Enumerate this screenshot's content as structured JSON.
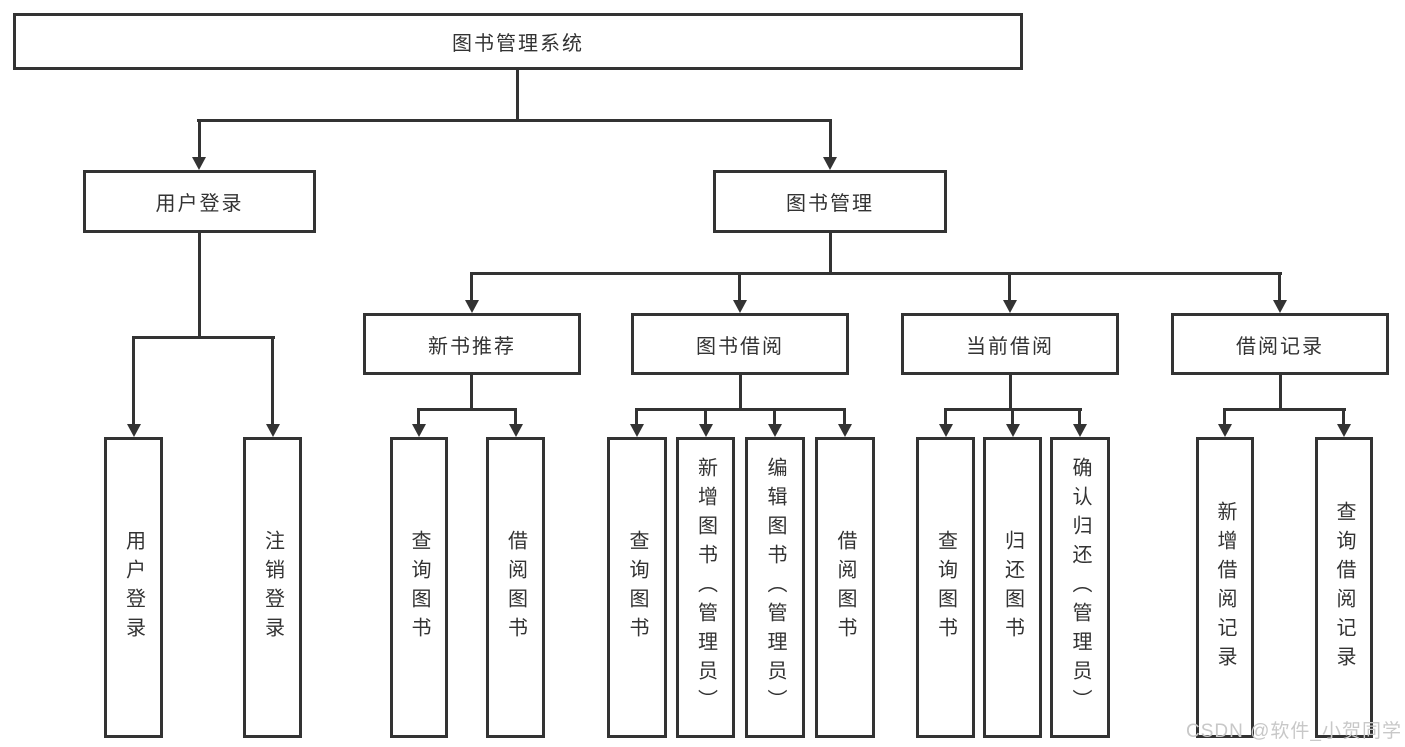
{
  "diagram_type": "hierarchy-tree",
  "watermark": "CSDN @软件_小贺同学",
  "colors": {
    "line": "#333333",
    "box_border": "#333333",
    "text": "#333333",
    "background": "#ffffff",
    "watermark": "#c8c8c8"
  },
  "tree": {
    "label": "图书管理系统",
    "children": [
      {
        "label": "用户登录",
        "children": [
          {
            "label": "用户登录"
          },
          {
            "label": "注销登录"
          }
        ]
      },
      {
        "label": "图书管理",
        "children": [
          {
            "label": "新书推荐",
            "children": [
              {
                "label": "查询图书"
              },
              {
                "label": "借阅图书"
              }
            ]
          },
          {
            "label": "图书借阅",
            "children": [
              {
                "label": "查询图书"
              },
              {
                "label": "新增图书（管理员）"
              },
              {
                "label": "编辑图书（管理员）"
              },
              {
                "label": "借阅图书"
              }
            ]
          },
          {
            "label": "当前借阅",
            "children": [
              {
                "label": "查询图书"
              },
              {
                "label": "归还图书"
              },
              {
                "label": "确认归还（管理员）"
              }
            ]
          },
          {
            "label": "借阅记录",
            "children": [
              {
                "label": "新增借阅记录"
              },
              {
                "label": "查询借阅记录"
              }
            ]
          }
        ]
      }
    ]
  }
}
